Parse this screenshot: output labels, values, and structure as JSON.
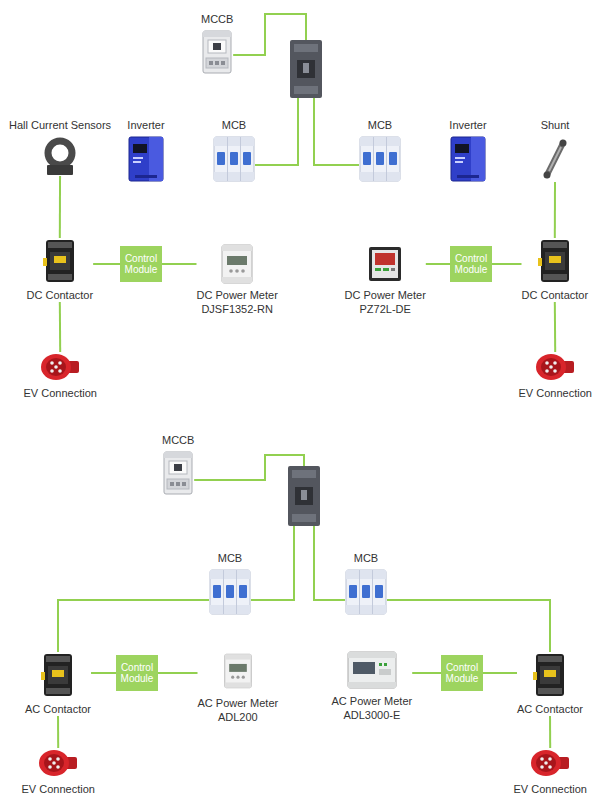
{
  "diagram": {
    "nodes": [
      {
        "text": [
          "MCCB"
        ]
      },
      {
        "text": [
          "Hall Current Sensors"
        ]
      },
      {
        "text": [
          "Inverter"
        ]
      },
      {
        "text": [
          "MCB"
        ]
      },
      {
        "text": [
          "MCB"
        ]
      },
      {
        "text": [
          "Inverter"
        ]
      },
      {
        "text": [
          "Shunt"
        ]
      },
      {
        "text": [
          "DC Contactor"
        ]
      },
      {
        "text": [
          "Control Module"
        ]
      },
      {
        "text": [
          "DC Power Meter",
          "DJSF1352-RN"
        ]
      },
      {
        "text": [
          "DC Power Meter",
          "PZ72L-DE"
        ]
      },
      {
        "text": [
          "Control Module"
        ]
      },
      {
        "text": [
          "DC Contactor"
        ]
      },
      {
        "text": [
          "EV Connection"
        ]
      },
      {
        "text": [
          "EV Connection"
        ]
      },
      {
        "text": [
          "MCCB"
        ]
      },
      {
        "text": [
          "MCB"
        ]
      },
      {
        "text": [
          "MCB"
        ]
      },
      {
        "text": [
          "AC Contactor"
        ]
      },
      {
        "text": [
          "Control Module"
        ]
      },
      {
        "text": [
          "AC Power Meter",
          "ADL200"
        ]
      },
      {
        "text": [
          "AC Power Meter",
          "ADL3000-E"
        ]
      },
      {
        "text": [
          "Control Module"
        ]
      },
      {
        "text": [
          "AC Contactor"
        ]
      },
      {
        "text": [
          "EV Connection"
        ]
      },
      {
        "text": [
          "EV Connection"
        ]
      }
    ],
    "edges": [
      {
        "from": 0,
        "to": 3,
        "arrow": "none"
      },
      {
        "from": 0,
        "to": 4,
        "arrow": "none"
      },
      {
        "from": 1,
        "to": 7,
        "arrow": "none"
      },
      {
        "from": 7,
        "to": 8,
        "arrow": "none"
      },
      {
        "from": 8,
        "to": 9,
        "arrow": "none"
      },
      {
        "from": 7,
        "to": 13,
        "arrow": "none"
      },
      {
        "from": 6,
        "to": 12,
        "arrow": "none"
      },
      {
        "from": 10,
        "to": 11,
        "arrow": "none"
      },
      {
        "from": 11,
        "to": 12,
        "arrow": "none"
      },
      {
        "from": 12,
        "to": 14,
        "arrow": "none"
      },
      {
        "from": 15,
        "to": 16,
        "arrow": "none"
      },
      {
        "from": 15,
        "to": 17,
        "arrow": "none"
      },
      {
        "from": 16,
        "to": 18,
        "arrow": "none"
      },
      {
        "from": 17,
        "to": 23,
        "arrow": "none"
      },
      {
        "from": 18,
        "to": 19,
        "arrow": "none"
      },
      {
        "from": 19,
        "to": 20,
        "arrow": "none"
      },
      {
        "from": 21,
        "to": 22,
        "arrow": "none"
      },
      {
        "from": 22,
        "to": 23,
        "arrow": "none"
      },
      {
        "from": 18,
        "to": 24,
        "arrow": "none"
      },
      {
        "from": 23,
        "to": 25,
        "arrow": "none"
      }
    ]
  }
}
